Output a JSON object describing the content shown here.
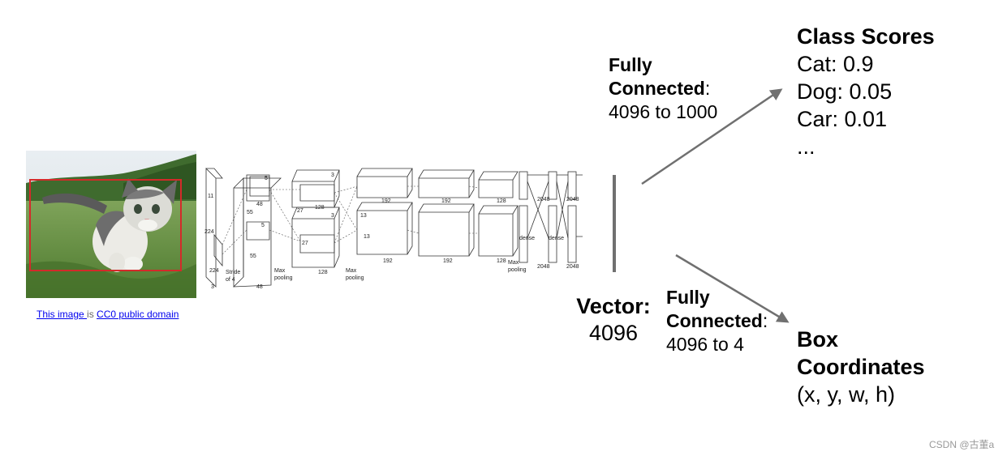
{
  "credit": {
    "image_link": "This image ",
    "is": " is ",
    "license_link": "CC0 public domain "
  },
  "arch_labels": {
    "l224a": "224",
    "l224b": "224",
    "l11": "11",
    "l3": "3",
    "stride": "Stride",
    "of4": "of 4",
    "l55a": "55",
    "l55b": "55",
    "l48a": "48",
    "l48b": "48",
    "l5a": "5",
    "l5b": "5",
    "l27a": "27",
    "l27b": "27",
    "maxpool1": "Max",
    "pooling1": "pooling",
    "l128a": "128",
    "l128b": "128",
    "l13a": "13",
    "l13b": "13",
    "l3a": "3",
    "l3b": "3",
    "maxpool2": "Max",
    "pooling2": "pooling",
    "l192a": "192",
    "l192b": "192",
    "l192c": "192",
    "l192d": "192",
    "l128c": "128",
    "l128d": "128",
    "maxpool3": "Max",
    "pooling3": "pooling",
    "dense1": "dense",
    "dense2": "dense",
    "l2048a": "2048",
    "l2048b": "2048",
    "l2048c": "2048",
    "l2048d": "2048"
  },
  "fc_top": {
    "title1": "Fully",
    "title2": "Connected",
    "colon": ":",
    "desc": "4096 to 1000"
  },
  "fc_bottom": {
    "title1": "Fully",
    "title2": "Connected",
    "colon": ":",
    "desc": "4096 to 4"
  },
  "vector": {
    "title": "Vector:",
    "value": "4096"
  },
  "class_scores": {
    "title": "Class Scores",
    "items": [
      "Cat: 0.9",
      "Dog: 0.05",
      "Car: 0.01",
      "..."
    ]
  },
  "box_coords": {
    "title1": "Box",
    "title2": "Coordinates",
    "desc": "(x, y, w, h)"
  },
  "watermark": "CSDN @古董a",
  "colors": {
    "bbox": "#d42a2a",
    "arrow": "#707070",
    "link": "#0000ee"
  }
}
